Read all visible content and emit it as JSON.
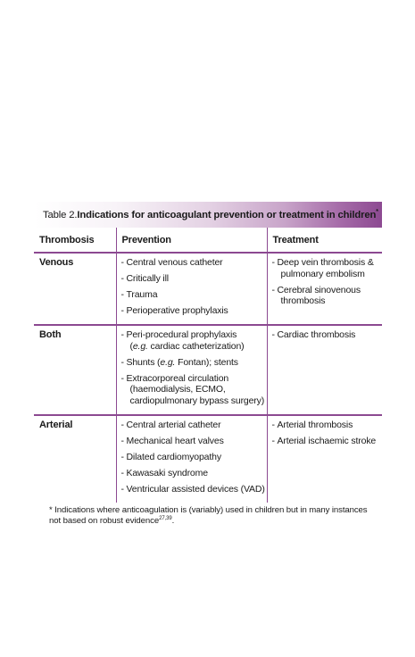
{
  "caption": {
    "prefix": "Table 2. ",
    "title": "Indications for anticoagulant prevention or treatment in children",
    "marker": "*"
  },
  "headers": [
    "Thrombosis",
    "Prevention",
    "Treatment"
  ],
  "rows": [
    {
      "category": "Venous",
      "prevention": [
        {
          "text": "Central venous catheter"
        },
        {
          "text": "Critically ill"
        },
        {
          "text": "Trauma"
        },
        {
          "text": "Perioperative prophylaxis"
        }
      ],
      "treatment": [
        {
          "text": "Deep vein thrombosis &",
          "cont": "pulmonary embolism"
        },
        {
          "text": "Cerebral sinovenous",
          "cont": "thrombosis"
        }
      ]
    },
    {
      "category": "Both",
      "prevention": [
        {
          "text": "Peri-procedural prophylaxis",
          "cont_pre": "(",
          "cont_em": "e.g.",
          "cont_post": " cardiac catheterization)"
        },
        {
          "text_pre": "Shunts (",
          "text_em": "e.g.",
          "text_post": " Fontan); stents"
        },
        {
          "text": "Extracorporeal circulation",
          "cont": "(haemodialysis, ECMO,",
          "cont2": "cardiopulmonary bypass surgery)"
        }
      ],
      "treatment": [
        {
          "text": "Cardiac thrombosis"
        }
      ]
    },
    {
      "category": "Arterial",
      "prevention": [
        {
          "text": "Central arterial catheter"
        },
        {
          "text": "Mechanical heart valves"
        },
        {
          "text": "Dilated cardiomyopathy"
        },
        {
          "text": "Kawasaki syndrome"
        },
        {
          "text": "Ventricular assisted devices (VAD)"
        }
      ],
      "treatment": [
        {
          "text": "Arterial thrombosis"
        },
        {
          "text": "Arterial ischaemic stroke"
        }
      ]
    }
  ],
  "footnote": {
    "text": "* Indications where anticoagulation is (variably) used in children but in many instances not based on robust evidence",
    "refs": "27,39",
    "end": "."
  },
  "colors": {
    "accent": "#8c4991",
    "caption_gradient_end": "#8c4991"
  }
}
